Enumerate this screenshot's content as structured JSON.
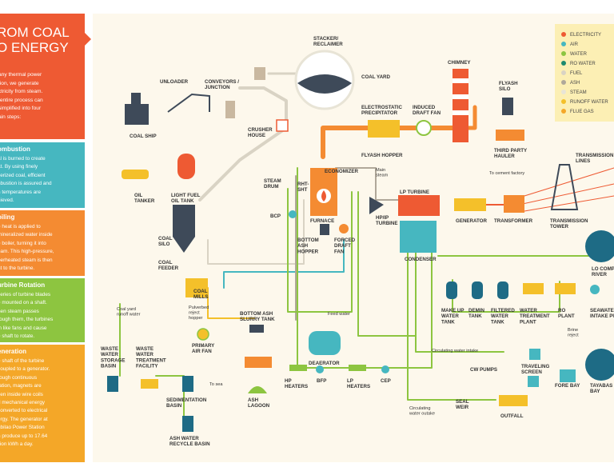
{
  "sidebar": {
    "title": "ROM COAL\nO ENERGY",
    "intro": "any thermal power\ntion, we generate\nctricity from steam.\n entire process can\nsimplified into four\nain steps:",
    "steps": [
      {
        "title": "ombustion",
        "text": "al is burned to create\nat. By using finely\nverized coal, efficient\nnbustion is assured and\nh temperatures are\nhieved."
      },
      {
        "title": "oiling",
        "text": "e heat is applied to\nmineralized water inside\ne boiler, turning it into\neam. This high-pressure,\nperheated steam is then\nnt to the turbine."
      },
      {
        "title": "urbine Rotation",
        "text": "series of turbine blades\ne mounted on a shaft.\nhen steam passes\nrough them, the turbines\nin like fans and cause\ne shaft to rotate."
      },
      {
        "title": "eneration",
        "text": "e shaft of the turbine\ncoupled to a generator.\nrough continuous\ntation, magnets are\nven inside wire coils\nd mechanical energy\nconverted to electrical\nergy. The generator at\ngbilao Power Station\nn produce up to 17.64\nllion kWh a day."
      }
    ]
  },
  "legend": [
    {
      "label": "ELECTRICITY",
      "color": "#ee5a33"
    },
    {
      "label": "AIR",
      "color": "#46b7c0"
    },
    {
      "label": "WATER",
      "color": "#8dc540"
    },
    {
      "label": "RO WATER",
      "color": "#1e8a6e"
    },
    {
      "label": "FUEL",
      "color": "#d9d3c4"
    },
    {
      "label": "ASH",
      "color": "#b0a89a"
    },
    {
      "label": "STEAM",
      "color": "#e8e4d6"
    },
    {
      "label": "RUNOFF WATER",
      "color": "#f4c02a"
    },
    {
      "label": "FLUE GAS",
      "color": "#f4a728"
    }
  ],
  "labels": {
    "stacker": "STACKER/\nRECLAIMER",
    "coal_yard": "COAL YARD",
    "unloader": "UNLOADER",
    "conveyors": "CONVEYORS /\nJUNCTION",
    "chimney": "CHIMNEY",
    "flyash_silo": "FLYASH\nSILO",
    "esp": "ELECTROSTATIC\nPRECIPITATOR",
    "induced_fan": "INDUCED\nDRAFT FAN",
    "coal_ship": "COAL SHIP",
    "crusher": "CRUSHER\nHOUSE",
    "flyash_hopper": "FLYASH HOPPER",
    "third_party": "THIRD PARTY\nHAULER",
    "cement": "To cement factory",
    "transmission_lines": "TRANSMISSION\nLINES",
    "economizer": "ECONOMIZER",
    "main_steam": "Main\nsteam",
    "oil_tanker": "OIL\nTANKER",
    "light_fuel": "LIGHT FUEL\nOIL TANK",
    "steam_drum": "STEAM\nDRUM",
    "rht_sht": "RHT-\nSHT",
    "lp_turbine": "LP TURBINE",
    "hp_turbine": "HP/IP\nTURBINE",
    "generator": "GENERATOR",
    "transformer": "TRANSFORMER",
    "transmission_tower": "TRANSMISSION\nTOWER",
    "bcp": "BCP",
    "furnace": "FURNACE",
    "coal_silo": "COAL\nSILO",
    "bottom_ash_hopper": "BOTTOM\nASH\nHOPPER",
    "forced_fan": "FORCED\nDRAFT\nFAN",
    "condenser": "CONDENSER",
    "lo_comp": "LO COMP\nRIVER",
    "coal_feeder": "COAL\nFEEDER",
    "coal_mills": "COAL\nMILLS",
    "pulverbed": "Pulverbed\nreject\nhopper",
    "coal_runoff": "Coal yard\nrunoff water",
    "makeup": "MAKE UP\nWATER\nTANK",
    "demin": "DEMIN\nTANK",
    "filtered": "FILTERED\nWATER\nTANK",
    "wtp": "WATER\nTREATMENT\nPLANT",
    "ro_plant": "RO\nPLANT",
    "seawater": "SEAWATER\nINTAKE PU",
    "feed_water": "Feed water",
    "bottom_ash_slurry": "BOTTOM ASH\nSLURRY TANK",
    "primary_fan": "PRIMARY\nAIR FAN",
    "brine": "Brine\nreject",
    "waste_water": "WASTE\nWATER\nSTORAGE\nBASIN",
    "wwtf": "WASTE\nWATER\nTREATMENT\nFACILITY",
    "deaerator": "DEAERATOR",
    "circ_intake": "Circulating water intake",
    "cw_pumps": "CW PUMPS",
    "traveling": "TRAVELING\nSCREEN",
    "tayabas": "TAYABAS\nBAY",
    "sedimentation": "SEDIMENTATION\nBASIN",
    "to_sea": "To sea",
    "hp_heaters": "HP\nHEATERS",
    "bfp": "BFP",
    "lp_heaters": "LP\nHEATERS",
    "cep": "CEP",
    "fore_bay": "FORE BAY",
    "ash_lagoon": "ASH\nLAGOON",
    "circ_outake": "Circulating\nwater outake",
    "seal_weir": "SEAL\nWEIR",
    "outfall": "OUTFALL",
    "ash_water": "ASH WATER\nRECYCLE BASIN"
  }
}
